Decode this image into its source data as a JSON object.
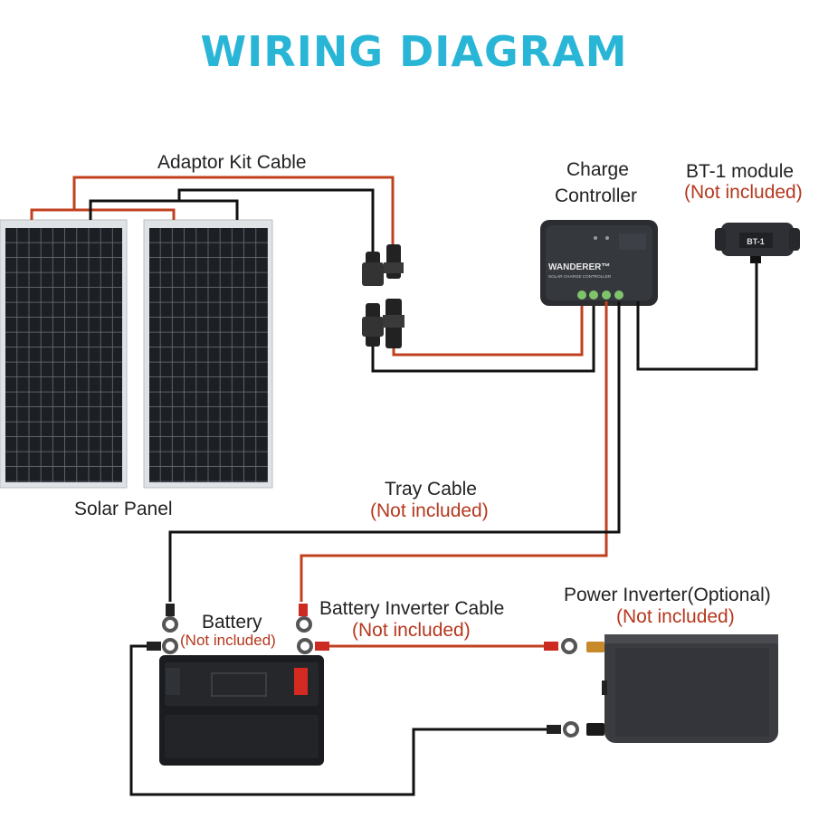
{
  "title": "WIRING DIAGRAM",
  "labels": {
    "adaptor_kit_cable": "Adaptor Kit Cable",
    "charge_controller_line1": "Charge",
    "charge_controller_line2": "Controller",
    "bt1_module": "BT-1 module",
    "bt1_not_included": "(Not included)",
    "solar_panel": "Solar Panel",
    "tray_cable": "Tray Cable",
    "tray_not_included": "(Not included)",
    "battery": "Battery",
    "battery_not_included": "(Not included)",
    "battery_inverter_cable": "Battery Inverter Cable",
    "bic_not_included": "(Not included)",
    "power_inverter": "Power Inverter(Optional)",
    "inverter_not_included": "(Not included)"
  },
  "device_text": {
    "controller_brand": "WANDERER™",
    "controller_sub": "SOLAR CHARGE CONTROLLER",
    "bt1_badge": "BT-1"
  },
  "colors": {
    "title": "#29b6d6",
    "positive_wire": "#c0401f",
    "negative_wire": "#111111",
    "not_included_text": "#b5381e"
  },
  "icons": [
    "solar-panel-icon",
    "mc4-connector-icon",
    "charge-controller-icon",
    "bt1-module-icon",
    "battery-icon",
    "ring-terminal-icon",
    "power-inverter-icon"
  ]
}
